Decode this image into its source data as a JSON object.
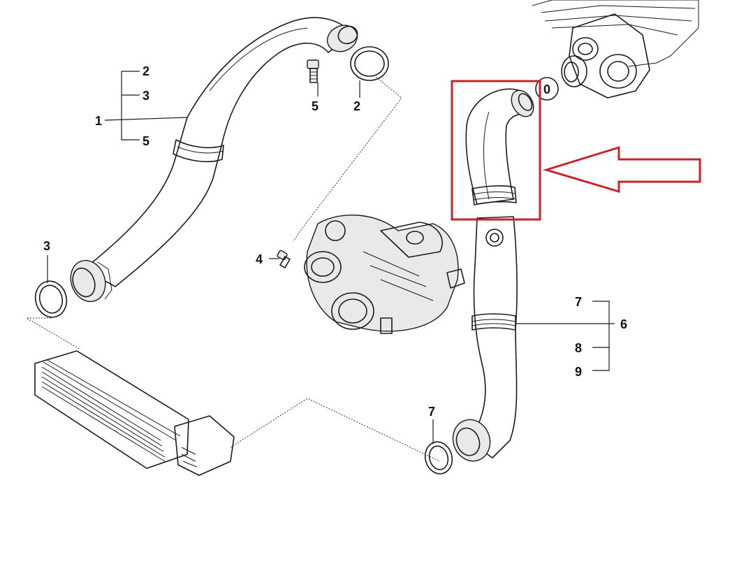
{
  "labels": {
    "p1": "1",
    "p2a": "2",
    "p3a": "3",
    "p5a": "5",
    "p5b": "5",
    "p2b": "2",
    "p0": "0",
    "p3b": "3",
    "p4": "4",
    "p7a": "7",
    "p6": "6",
    "p8": "8",
    "p9": "9",
    "p7b": "7"
  },
  "highlight": {
    "color": "#c8232c"
  }
}
